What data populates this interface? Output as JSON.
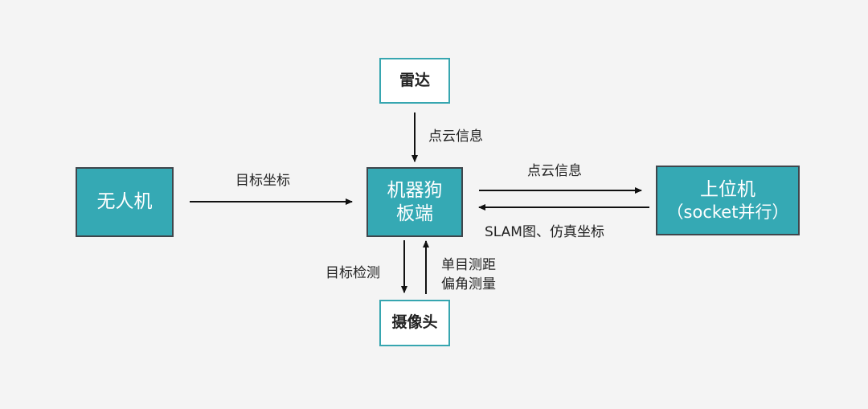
{
  "nodes": {
    "radar": "雷达",
    "drone": "无人机",
    "board_line1": "机器狗",
    "board_line2": "板端",
    "host_line1": "上位机",
    "host_line2": "（socket并行）",
    "camera": "摄像头"
  },
  "edges": {
    "radar_to_board": "点云信息",
    "drone_to_board": "目标坐标",
    "board_to_host": "点云信息",
    "host_to_board": "SLAM图、仿真坐标",
    "board_to_camera": "目标检测",
    "camera_to_board_line1": "单目测距",
    "camera_to_board_line2": "偏角测量"
  },
  "colors": {
    "teal_fill": "#35a9b4",
    "teal_border": "#3f464c",
    "white_border": "#37a6b0",
    "background": "#f4f4f4",
    "arrow": "#111111"
  }
}
